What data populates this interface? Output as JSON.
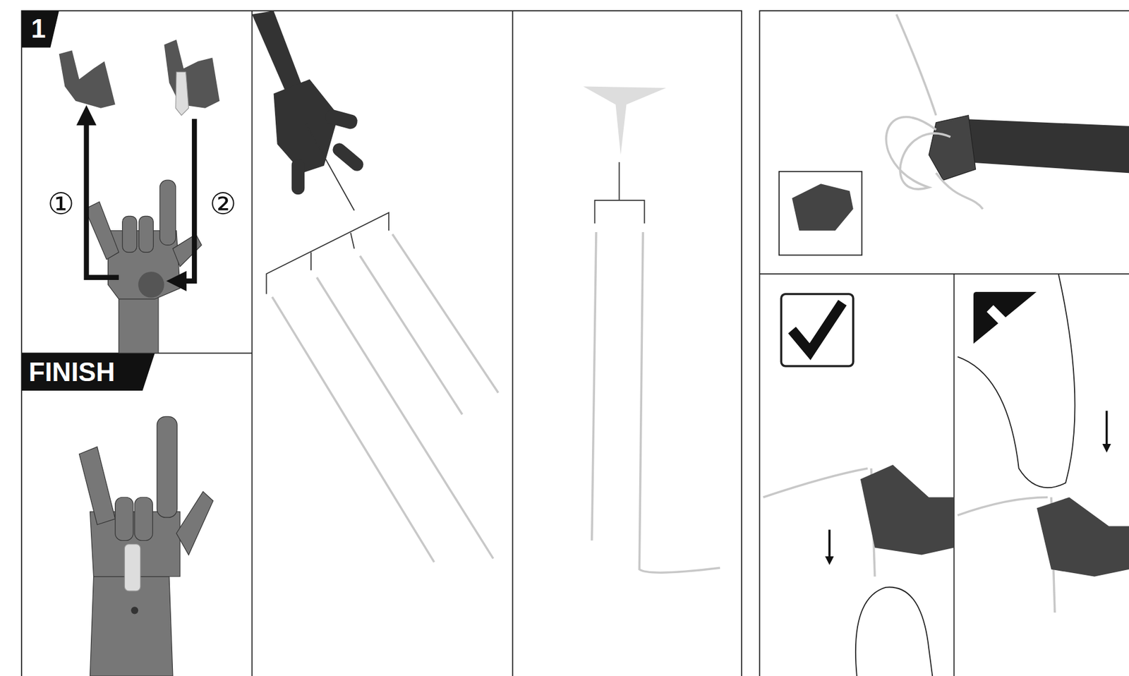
{
  "diagram": {
    "labels": [
      "1",
      "①",
      "②",
      "FINISH"
    ]
  }
}
